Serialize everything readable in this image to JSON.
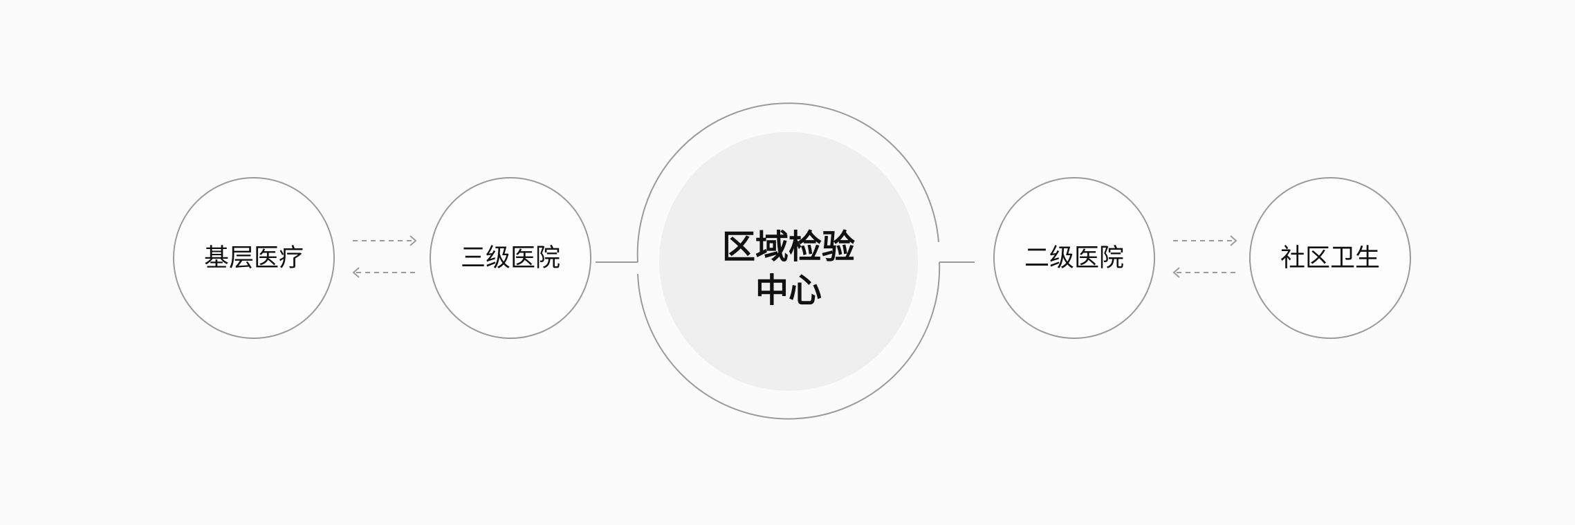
{
  "diagram": {
    "center": {
      "line1": "区域检验",
      "line2": "中心"
    },
    "nodes": [
      {
        "label": "基层医疗"
      },
      {
        "label": "三级医院"
      },
      {
        "label": "二级医院"
      },
      {
        "label": "社区卫生"
      }
    ]
  }
}
